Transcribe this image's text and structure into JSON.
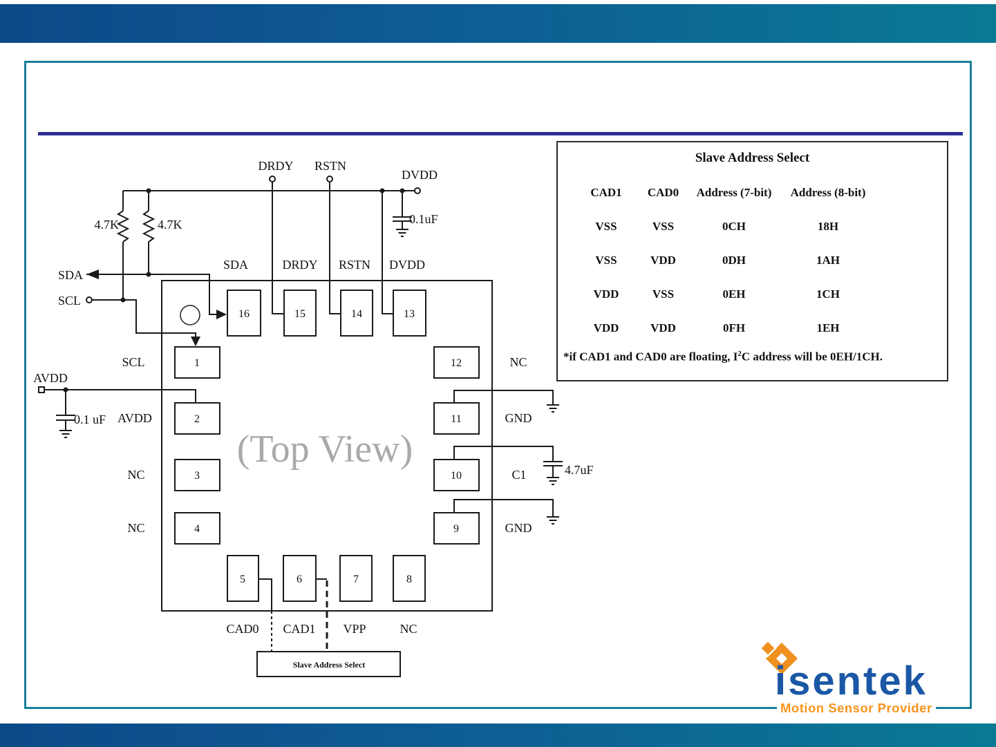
{
  "schematic": {
    "top_terminals": {
      "drdy": "DRDY",
      "rstn": "RSTN",
      "dvdd": "DVDD"
    },
    "left_terminals": {
      "sda": "SDA",
      "scl": "SCL",
      "avdd": "AVDD"
    },
    "resistors": {
      "r1": "4.7K",
      "r2": "4.7K"
    },
    "caps": {
      "dvdd": "0.1uF",
      "avdd": "0.1 uF",
      "c1": "4.7uF"
    },
    "top_pin_labels": [
      "SDA",
      "DRDY",
      "RSTN",
      "DVDD"
    ],
    "top_pin_numbers": [
      "16",
      "15",
      "14",
      "13"
    ],
    "left_pin_labels": [
      "SCL",
      "AVDD",
      "NC",
      "NC"
    ],
    "left_pin_numbers": [
      "1",
      "2",
      "3",
      "4"
    ],
    "right_pin_labels": [
      "NC",
      "GND",
      "C1",
      "GND"
    ],
    "right_pin_numbers": [
      "12",
      "11",
      "10",
      "9"
    ],
    "bottom_pin_labels": [
      "CAD0",
      "CAD1",
      "VPP",
      "NC"
    ],
    "bottom_pin_numbers": [
      "5",
      "6",
      "7",
      "8"
    ],
    "chip_watermark": "(Top View)",
    "slave_select_box": "Slave Address Select"
  },
  "table": {
    "title": "Slave Address Select",
    "headers": [
      "CAD1",
      "CAD0",
      "Address (7-bit)",
      "Address (8-bit)"
    ],
    "rows": [
      [
        "VSS",
        "VSS",
        "0CH",
        "18H"
      ],
      [
        "VSS",
        "VDD",
        "0DH",
        "1AH"
      ],
      [
        "VDD",
        "VSS",
        "0EH",
        "1CH"
      ],
      [
        "VDD",
        "VDD",
        "0FH",
        "1EH"
      ]
    ],
    "footnote_prefix": "*if CAD1 and CAD0 are floating, I",
    "footnote_sup": "2",
    "footnote_suffix": "C address will be 0EH/1CH."
  },
  "logo": {
    "brand": "isentek",
    "tagline": "Motion Sensor Provider",
    "brand_color": "#1a57a5",
    "accent_color": "#f7941d"
  },
  "colors": {
    "bar_gradient_left": "#0c4a88",
    "bar_gradient_right": "#0a7a94",
    "frame_border": "#177f99",
    "divider": "#2e3192",
    "watermark": "#a9a9a9",
    "line": "#1a1a1a"
  }
}
